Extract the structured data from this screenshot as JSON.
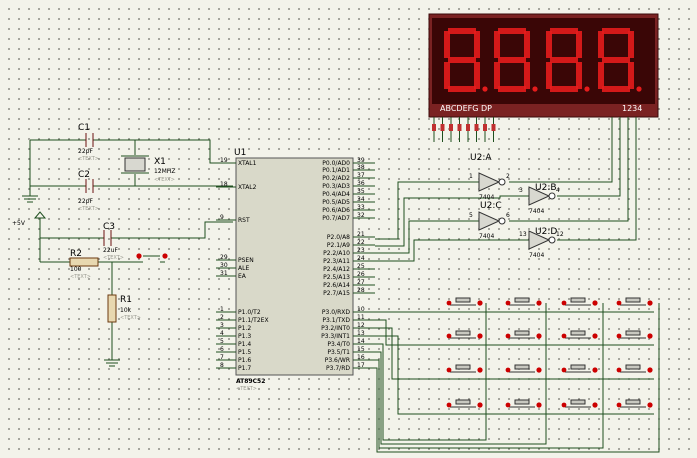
{
  "mcu": {
    "ref": "U1",
    "part": "AT89C52",
    "text_placeholder": "<TEXT>",
    "left_pins": [
      {
        "name": "XTAL1",
        "num": "19"
      },
      {
        "name": "XTAL2",
        "num": "18"
      },
      {
        "name": "RST",
        "num": "9"
      },
      {
        "name": "PSEN",
        "num": "29"
      },
      {
        "name": "ALE",
        "num": "30"
      },
      {
        "name": "EA",
        "num": "31"
      },
      {
        "name": "P1.0/T2",
        "num": "1"
      },
      {
        "name": "P1.1/T2EX",
        "num": "2"
      },
      {
        "name": "P1.2",
        "num": "3"
      },
      {
        "name": "P1.3",
        "num": "4"
      },
      {
        "name": "P1.4",
        "num": "5"
      },
      {
        "name": "P1.5",
        "num": "6"
      },
      {
        "name": "P1.6",
        "num": "7"
      },
      {
        "name": "P1.7",
        "num": "8"
      }
    ],
    "right_pins": [
      {
        "name": "P0.0/AD0",
        "num": "39"
      },
      {
        "name": "P0.1/AD1",
        "num": "38"
      },
      {
        "name": "P0.2/AD2",
        "num": "37"
      },
      {
        "name": "P0.3/AD3",
        "num": "36"
      },
      {
        "name": "P0.4/AD4",
        "num": "35"
      },
      {
        "name": "P0.5/AD5",
        "num": "34"
      },
      {
        "name": "P0.6/AD6",
        "num": "33"
      },
      {
        "name": "P0.7/AD7",
        "num": "32"
      },
      {
        "name": "P2.0/A8",
        "num": "21"
      },
      {
        "name": "P2.1/A9",
        "num": "22"
      },
      {
        "name": "P2.2/A10",
        "num": "23"
      },
      {
        "name": "P2.3/A11",
        "num": "24"
      },
      {
        "name": "P2.4/A12",
        "num": "25"
      },
      {
        "name": "P2.5/A13",
        "num": "26"
      },
      {
        "name": "P2.6/A14",
        "num": "27"
      },
      {
        "name": "P2.7/A15",
        "num": "28"
      },
      {
        "name": "P3.0/RXD",
        "num": "10"
      },
      {
        "name": "P3.1/TXD",
        "num": "11"
      },
      {
        "name": "P3.2/INT0",
        "num": "12"
      },
      {
        "name": "P3.3/INT1",
        "num": "13"
      },
      {
        "name": "P3.4/T0",
        "num": "14"
      },
      {
        "name": "P3.5/T1",
        "num": "15"
      },
      {
        "name": "P3.6/WR",
        "num": "16"
      },
      {
        "name": "P3.7/RD",
        "num": "17"
      }
    ]
  },
  "c1": {
    "ref": "C1",
    "value": "22pF",
    "text": "<TEXT>"
  },
  "c2": {
    "ref": "C2",
    "value": "22pF",
    "text": "<TEXT>"
  },
  "c3": {
    "ref": "C3",
    "value": "22uF",
    "text": "<TEXT>"
  },
  "x1": {
    "ref": "X1",
    "value": "12MHZ",
    "text": "<TEXT>"
  },
  "r1": {
    "ref": "R1",
    "value": "10k",
    "text": "<TEXT>"
  },
  "r2": {
    "ref": "R2",
    "value": "100",
    "text": "<TEXT>"
  },
  "power": {
    "label": "+5V"
  },
  "display": {
    "segments_label": "ABCDEFG DP",
    "digits_label": "1234",
    "digit_color": "#e51c1c"
  },
  "inverters": [
    {
      "ref": "U2:A",
      "part": "7404",
      "in": "1",
      "out": "2"
    },
    {
      "ref": "U2:B",
      "part": "7404",
      "in": "3",
      "out": "4"
    },
    {
      "ref": "U2:C",
      "part": "7404",
      "in": "5",
      "out": "6"
    },
    {
      "ref": "U2:D",
      "part": "7404",
      "in": "13",
      "out": "12"
    }
  ]
}
